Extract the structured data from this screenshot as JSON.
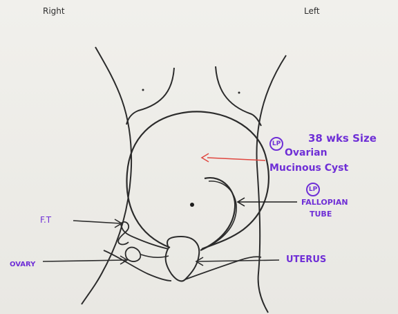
{
  "orientation": {
    "right": "Right",
    "left": "Left"
  },
  "labels": {
    "lp_badge": "LP",
    "cyst_size": "38 wks Size",
    "cyst_line1": "Ovarian",
    "cyst_line2": "Mucinous Cyst",
    "fallopian_line1": "FALLOPIAN",
    "fallopian_line2": "TUBE",
    "ft": "F.T",
    "ovary": "OVARY",
    "uterus": "UTERUS"
  },
  "colors": {
    "ink": "#2b2b2b",
    "purple_pen": "#6f2fd6",
    "red_arrow": "#e0463f"
  }
}
